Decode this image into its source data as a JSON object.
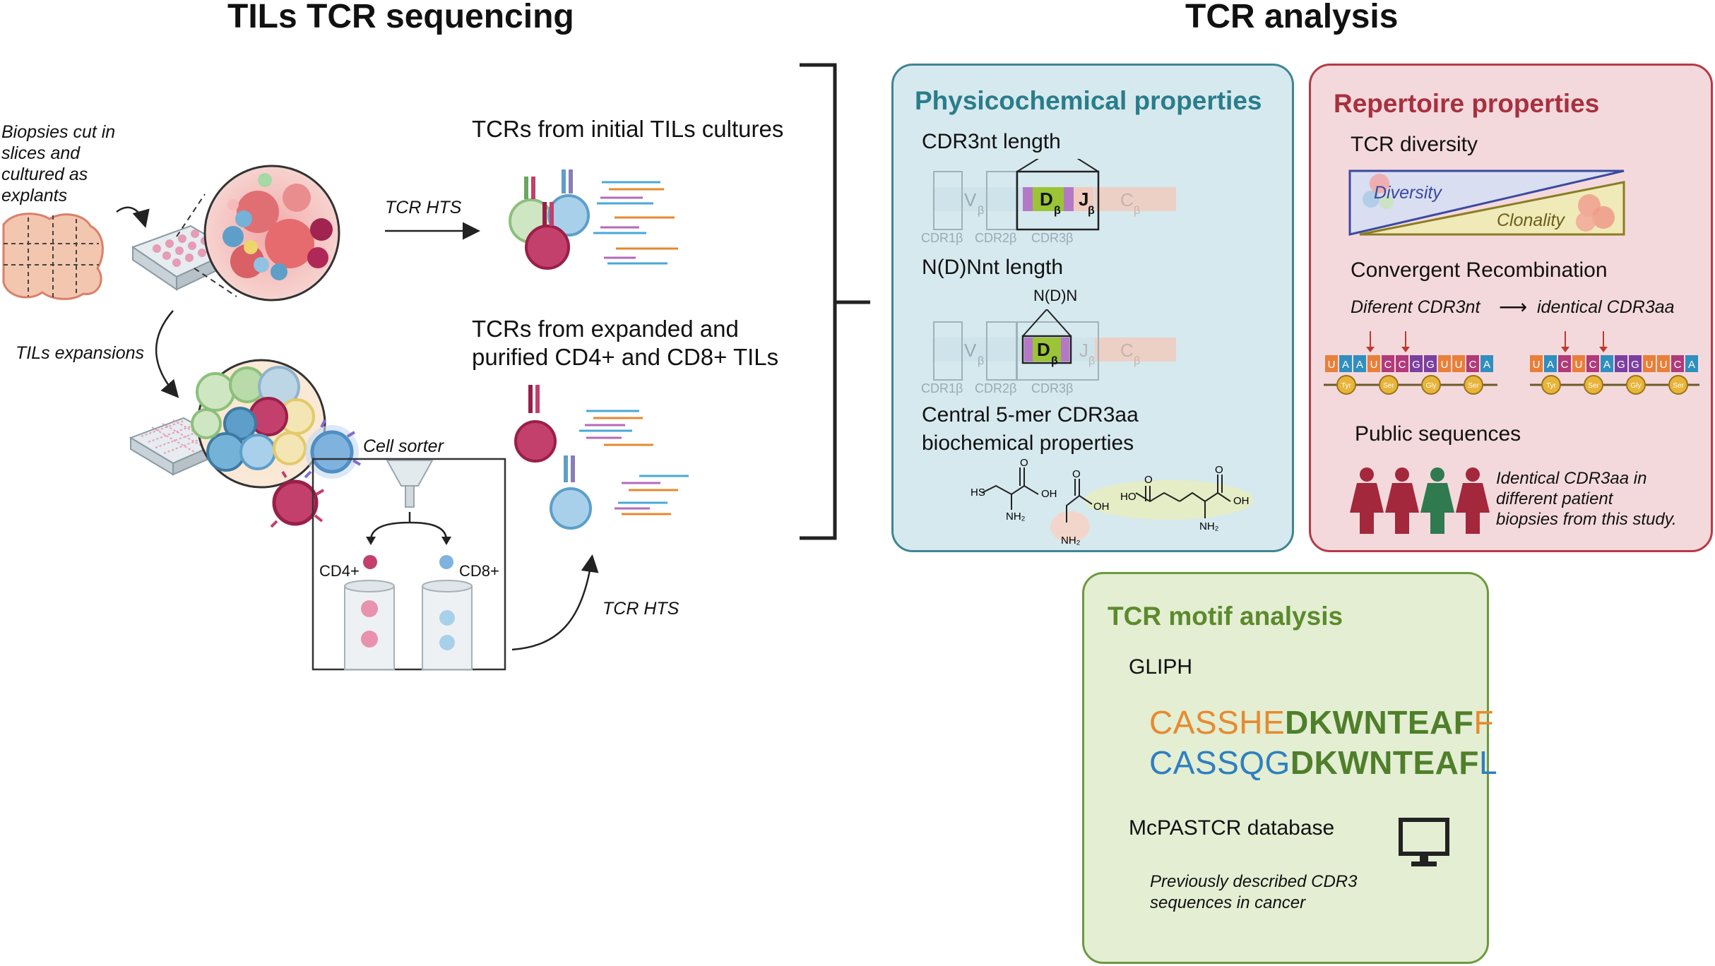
{
  "left": {
    "title": "TILs TCR sequencing",
    "biopsy_note": [
      "Biopsies cut in",
      "slices and",
      "cultured as",
      "explants"
    ],
    "expansion_note": "TILs expansions",
    "initial_header": "TCRs from initial TILs cultures",
    "expanded_header": [
      "TCRs from expanded and",
      "purified CD4+ and CD8+ TILs"
    ],
    "tcr_hts_1": "TCR HTS",
    "tcr_hts_2": "TCR HTS",
    "cell_sorter": "Cell sorter",
    "cd4_label": "CD4+",
    "cd8_label": "CD8+"
  },
  "right": {
    "title": "TCR analysis",
    "physicochemical": {
      "title": "Physicochemical properties",
      "cdr3nt_length": "CDR3nt length",
      "ndn_length": "N(D)Nnt length",
      "ndn_label": "N(D)N",
      "gene_v": "V",
      "gene_d": "D",
      "gene_j": "J",
      "gene_c": "C",
      "gene_sub": "β",
      "cdr1": "CDR1β",
      "cdr2": "CDR2β",
      "cdr3": "CDR3β",
      "central_5mer": [
        "Central 5-mer CDR3aa",
        "biochemical properties"
      ],
      "chem_hs": "HS",
      "chem_oh": "OH",
      "chem_o": "O",
      "chem_ho": "HO",
      "chem_nh2": "NH₂"
    },
    "repertoire": {
      "title": "Repertoire properties",
      "tcr_diversity": "TCR diversity",
      "diversity": "Diversity",
      "clonality": "Clonality",
      "convergent": "Convergent Recombination",
      "different_cdr3nt": "Diferent CDR3nt",
      "identical_cdr3aa": "identical CDR3aa",
      "seq1": [
        "U",
        "A",
        "A",
        "U",
        "C",
        "C",
        "G",
        "G",
        "U",
        "U",
        "C",
        "A"
      ],
      "seq2": [
        "U",
        "A",
        "C",
        "U",
        "C",
        "A",
        "G",
        "G",
        "U",
        "U",
        "C",
        "A"
      ],
      "amino_acids": [
        "Tyr",
        "Ser",
        "Gly",
        "Ser"
      ],
      "public_sequences": "Public sequences",
      "public_note": [
        "Identical CDR3aa in",
        "different patient",
        "biopsies from this study."
      ]
    },
    "motif": {
      "title": "TCR motif analysis",
      "gliph": "GLIPH",
      "seq1_prefix": "CASSHE",
      "seq1_core": "DKWNTEAF",
      "seq1_suffix": "F",
      "seq2_prefix": "CASSQG",
      "seq2_core": "DKWNTEAF",
      "seq2_suffix": "L",
      "database": "McPASTCR database",
      "db_note": [
        "Previously described CDR3",
        "sequences in cancer"
      ]
    }
  },
  "colors": {
    "physico_bg": "#d6e9ef",
    "physico_border": "#3f8593",
    "physico_title": "#2a7d8a",
    "repertoire_bg": "#f4d9dc",
    "repertoire_border": "#b53a48",
    "repertoire_title": "#a8303f",
    "motif_bg": "#e3eed3",
    "motif_border": "#6b9a3e",
    "motif_title": "#5c8a2c",
    "seq_orange": "#e78a2e",
    "seq_blue": "#2f7fc0",
    "seq_green": "#4f7f2a"
  }
}
